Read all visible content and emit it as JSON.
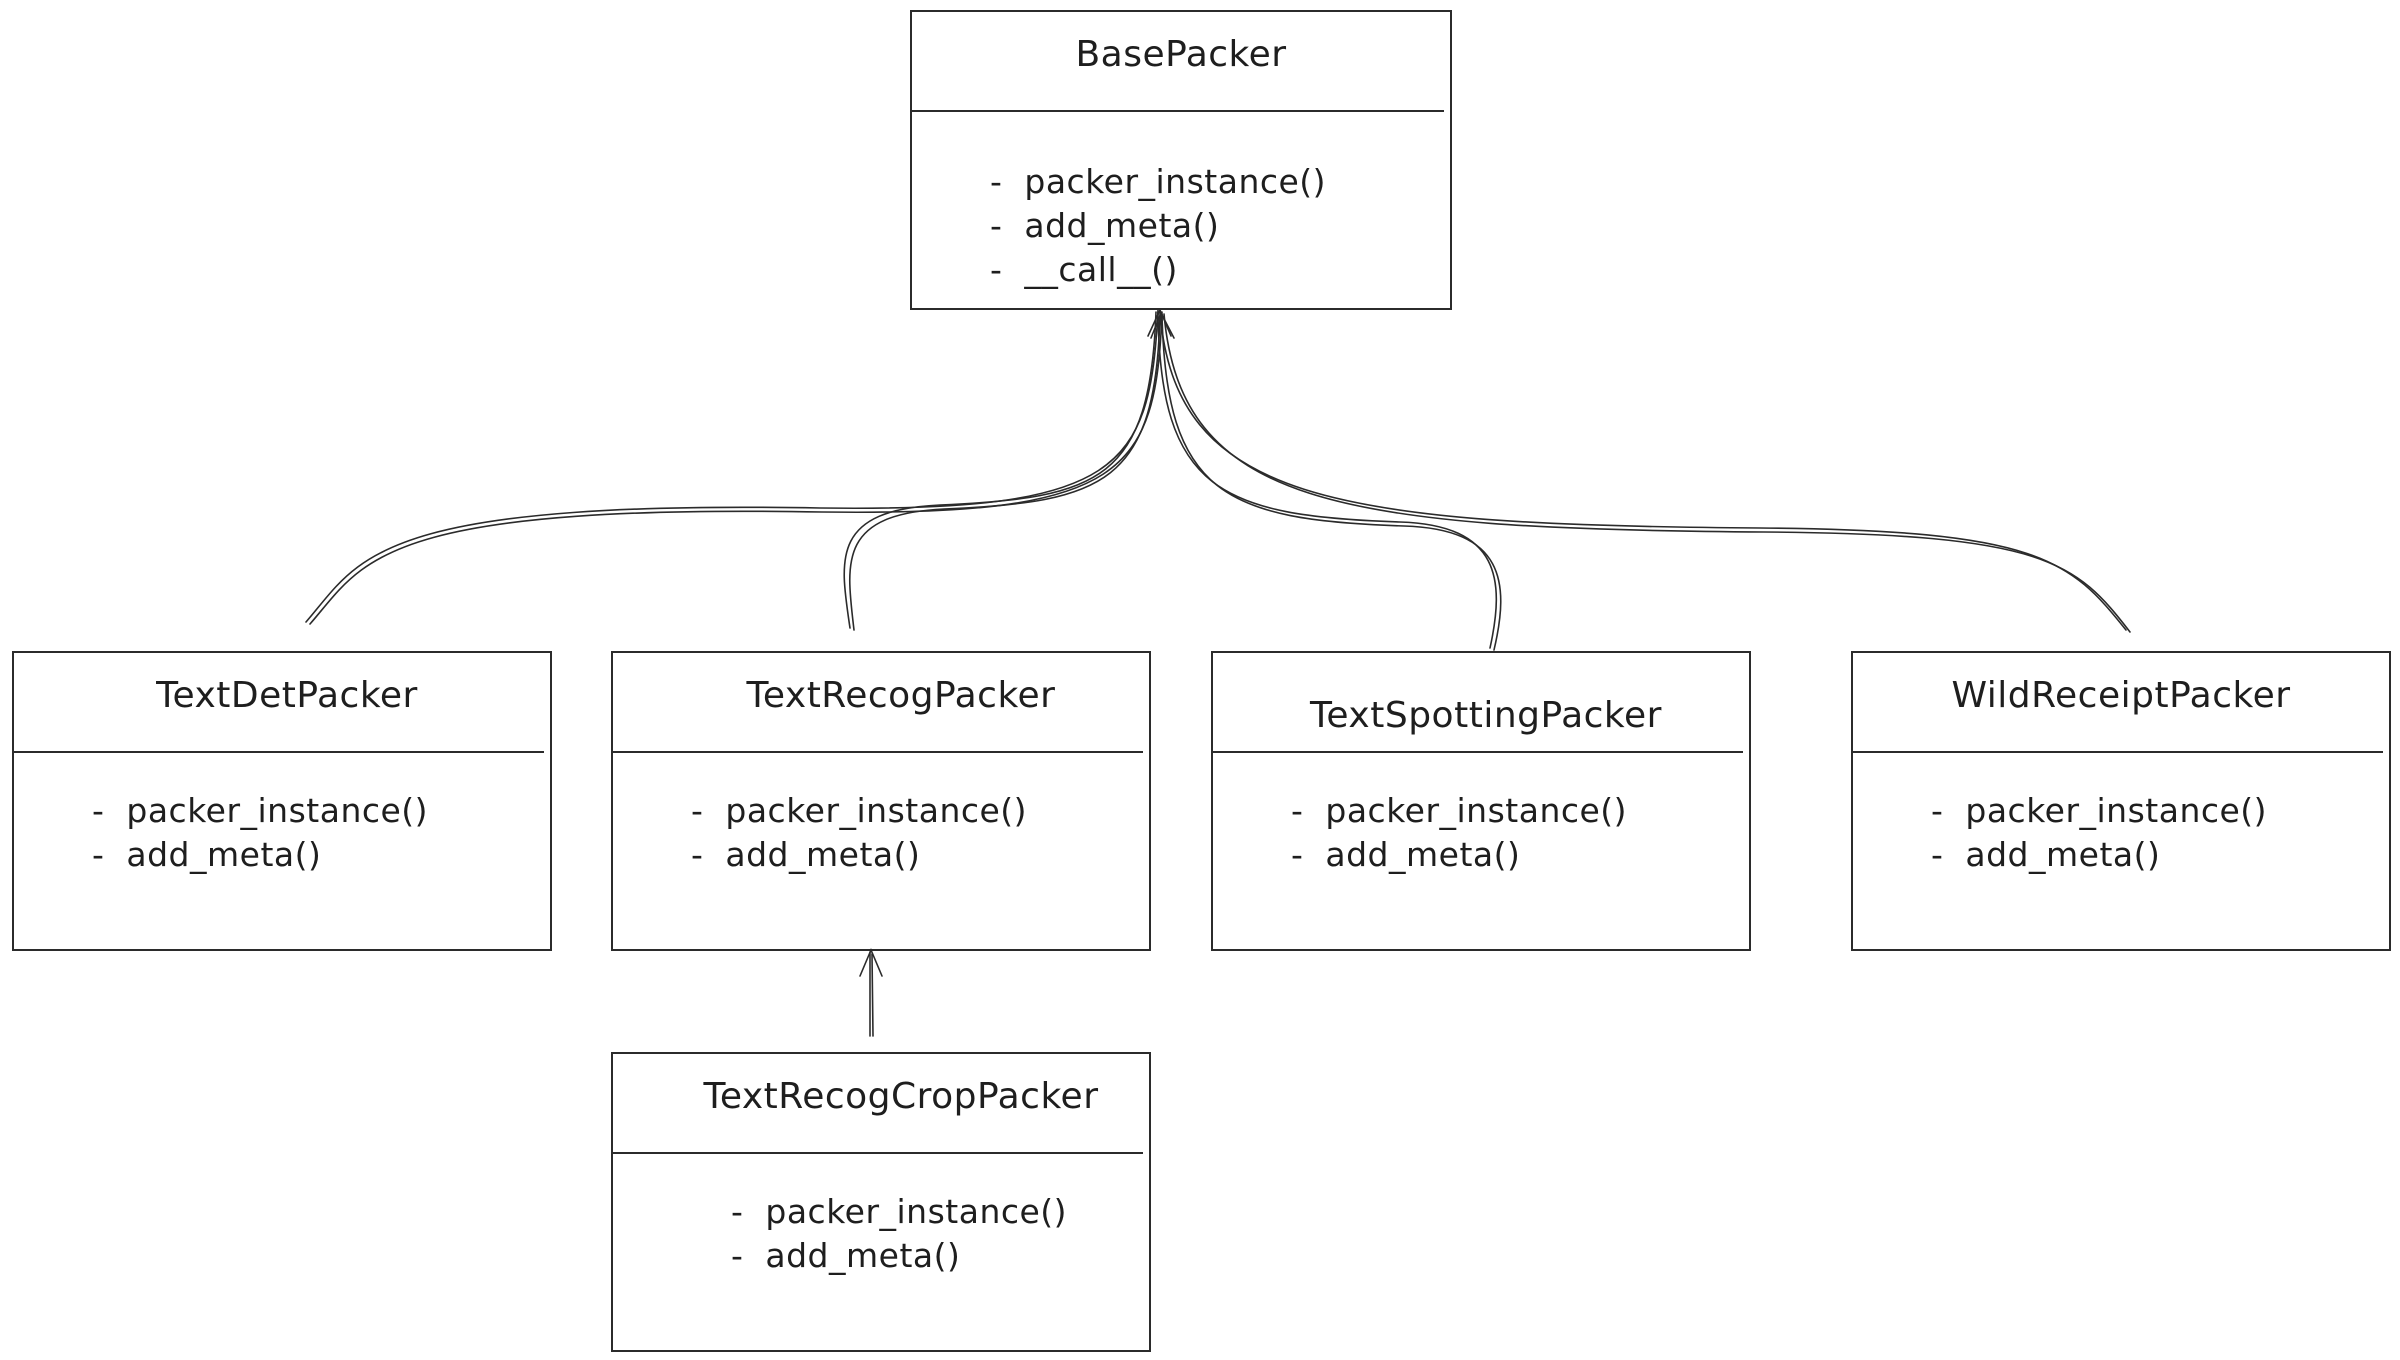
{
  "diagram": {
    "classes": [
      {
        "id": "base",
        "name": "BasePacker",
        "methods": [
          "packer_instance()",
          "add_meta()",
          "__call__()"
        ]
      },
      {
        "id": "textdet",
        "name": "TextDetPacker",
        "methods": [
          "packer_instance()",
          "add_meta()"
        ]
      },
      {
        "id": "textrecog",
        "name": "TextRecogPacker",
        "methods": [
          "packer_instance()",
          "add_meta()"
        ]
      },
      {
        "id": "textspotting",
        "name": "TextSpottingPacker",
        "methods": [
          "packer_instance()",
          "add_meta()"
        ]
      },
      {
        "id": "wildreceipt",
        "name": "WildReceiptPacker",
        "methods": [
          "packer_instance()",
          "add_meta()"
        ]
      },
      {
        "id": "textrecogcrop",
        "name": "TextRecogCropPacker",
        "methods": [
          "packer_instance()",
          "add_meta()"
        ]
      }
    ],
    "inheritance": [
      {
        "child": "textdet",
        "parent": "base"
      },
      {
        "child": "textrecog",
        "parent": "base"
      },
      {
        "child": "textspotting",
        "parent": "base"
      },
      {
        "child": "wildreceipt",
        "parent": "base"
      },
      {
        "child": "textrecogcrop",
        "parent": "textrecog"
      }
    ],
    "colors": {
      "stroke": "#2b2b2b",
      "text": "#1e1e1e",
      "background": "#ffffff"
    }
  }
}
